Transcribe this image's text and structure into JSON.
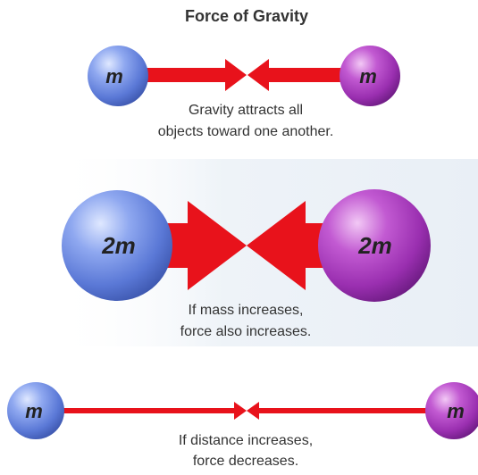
{
  "title": "Force of Gravity",
  "panels": [
    {
      "left_mass": "m",
      "right_mass": "m",
      "caption_lines": [
        "Gravity attracts all",
        "objects toward one another."
      ]
    },
    {
      "left_mass": "2m",
      "right_mass": "2m",
      "caption_lines": [
        "If mass increases,",
        "force also increases."
      ]
    },
    {
      "left_mass": "m",
      "right_mass": "m",
      "caption_lines": [
        "If distance increases,",
        "force decreases."
      ]
    }
  ],
  "colors": {
    "arrow": "#e8121b",
    "left_sphere": "#6f8fe0",
    "right_sphere": "#a238b8",
    "background_band": "#eef3f8",
    "text": "#333333"
  }
}
